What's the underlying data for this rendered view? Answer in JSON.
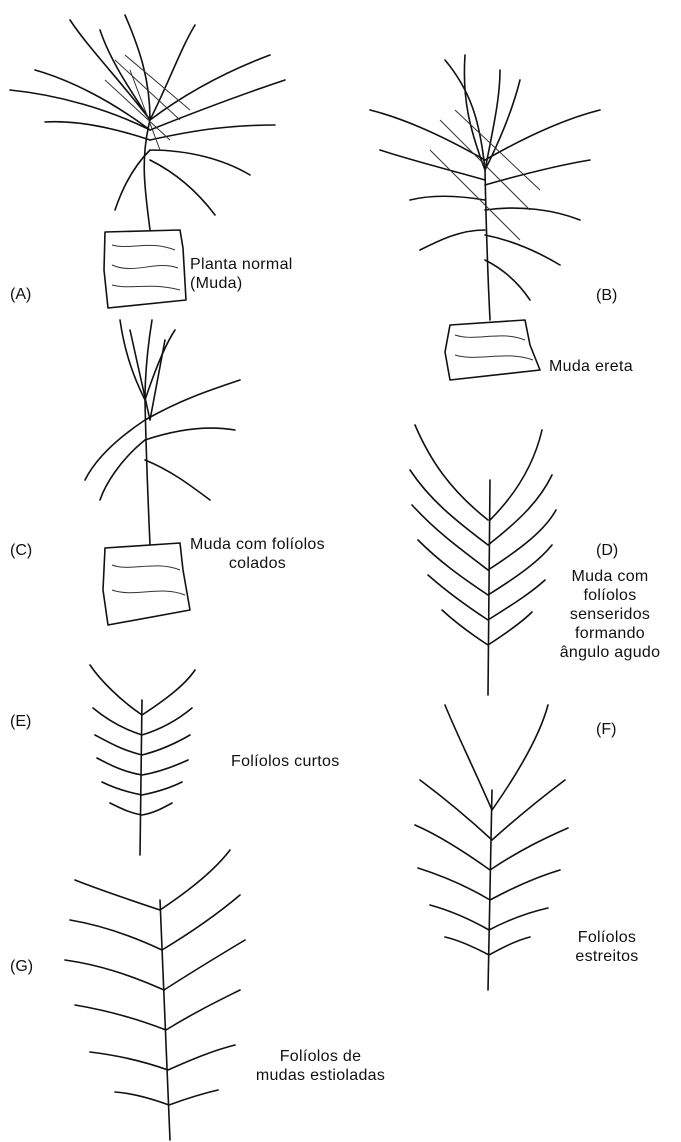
{
  "panels": [
    {
      "letter": "(A)",
      "caption_lines": [
        "Planta normal",
        "(Muda)"
      ]
    },
    {
      "letter": "(B)",
      "caption_lines": [
        "Muda ereta"
      ]
    },
    {
      "letter": "(C)",
      "caption_lines": [
        "Muda com folíolos",
        "colados"
      ]
    },
    {
      "letter": "(D)",
      "caption_lines": [
        "Muda com",
        "folíolos",
        "senseridos",
        "formando",
        "ângulo agudo"
      ]
    },
    {
      "letter": "(E)",
      "caption_lines": [
        "Folíolos curtos"
      ]
    },
    {
      "letter": "(F)",
      "caption_lines": [
        "Folíolos",
        "estreitos"
      ]
    },
    {
      "letter": "(G)",
      "caption_lines": [
        "Folíolos de",
        "mudas estioladas"
      ]
    }
  ]
}
